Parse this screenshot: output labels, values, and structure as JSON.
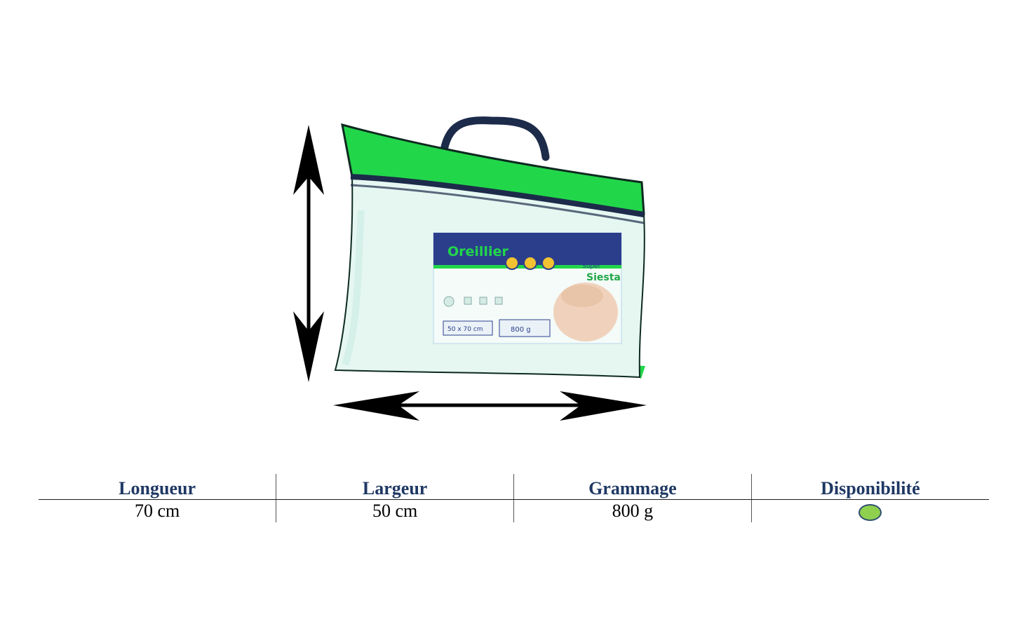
{
  "product_image": {
    "label_title": "Oreillier",
    "brand_top": "Super",
    "brand_name": "Siesta",
    "size_badge": "50 x 70 cm",
    "weight_badge": "800 g",
    "colors": {
      "accent_green": "#22d64a",
      "pillow_body": "#e6f7f2",
      "label_blue": "#2b3e8c",
      "handle": "#1c2b4a"
    }
  },
  "specs": {
    "headers": [
      "Longueur",
      "Largeur",
      "Grammage",
      "Disponibilité"
    ],
    "values": [
      "70 cm",
      "50 cm",
      "800 g"
    ],
    "availability": {
      "status_color": "#8fd14f"
    }
  },
  "colors": {
    "header_text": "#1f3864",
    "value_text": "#000000"
  }
}
